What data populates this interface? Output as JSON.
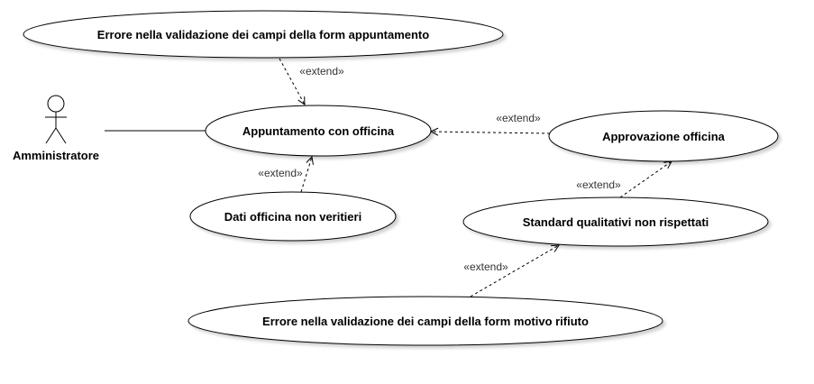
{
  "actor": {
    "name": "Amministratore"
  },
  "use_cases": {
    "validation_appointment": "Errore nella validazione dei campi della form appuntamento",
    "appointment": "Appuntamento con officina",
    "approval": "Approvazione officina",
    "false_data": "Dati officina non veritieri",
    "quality": "Standard qualitativi non rispettati",
    "validation_rejection": "Errore nella validazione dei campi della form motivo rifiuto"
  },
  "relations": {
    "extend_1": "«extend»",
    "extend_2": "«extend»",
    "extend_3": "«extend»",
    "extend_4": "«extend»",
    "extend_5": "«extend»"
  }
}
